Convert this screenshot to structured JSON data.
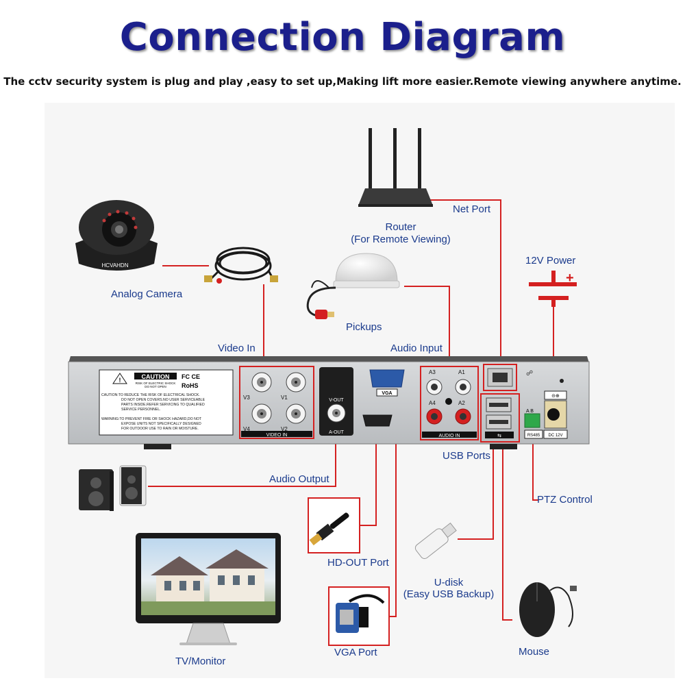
{
  "header": {
    "title": "Connection Diagram",
    "subtitle": "The cctv security system is plug and play ,easy to set up,Making lift more easier.Remote viewing anywhere anytime."
  },
  "labels": {
    "router": "Router",
    "router_sub": "(For Remote Viewing)",
    "net_port": "Net Port",
    "power": "12V Power",
    "camera": "Analog Camera",
    "pickups": "Pickups",
    "video_in": "Video In",
    "audio_input": "Audio Input",
    "usb_ports": "USB Ports",
    "audio_output": "Audio Output",
    "ptz": "PTZ Control",
    "hdout": "HD-OUT Port",
    "udisk": "U-disk",
    "udisk_sub": "(Easy USB Backup)",
    "tv": "TV/Monitor",
    "vga_port": "VGA Port",
    "mouse": "Mouse"
  },
  "device": {
    "caution_title": "CAUTION",
    "caution_sub1": "RISK OF ELECTRIC SHOCK",
    "caution_sub2": "DO NOT OPEN",
    "fc": "FC CE",
    "rohs": "RoHS",
    "caution_text": [
      "CAUTION:TO REDUCE THE RISK OF ELECTRICAL SHOCK.",
      "DO NOT OPEN COVERS.NO USER SERVICEABLE",
      "PARTS INSIDE.REFER SERVICING TO QUALIFIED",
      "SERVICE PERSONNEL."
    ],
    "warning_text": [
      "WARNING:TO PREVENT FIRE OR SHOCK HAZARD,DO NOT",
      "EXPOSE UNITS NOT SPECIFICALLY DESIGNED",
      "FOR OUTDOOR USE TO RAIN OR MOISTURE."
    ],
    "video_ports": [
      "V3",
      "V1",
      "V4",
      "V2"
    ],
    "video_in_tag": "VIDEO IN",
    "vout": "V-OUT",
    "aout": "A-OUT",
    "vga": "VGA",
    "audio_ports": [
      "A3",
      "A1",
      "A4",
      "A2"
    ],
    "audio_in_tag": "AUDIO IN",
    "rs485_ab": "A B",
    "rs485": "RS485",
    "dc12v": "DC 12V",
    "camera_brand": "HCVAHDN"
  },
  "colors": {
    "title": "#1b1f8c",
    "label": "#1a3a8c",
    "wire": "#d42020"
  }
}
